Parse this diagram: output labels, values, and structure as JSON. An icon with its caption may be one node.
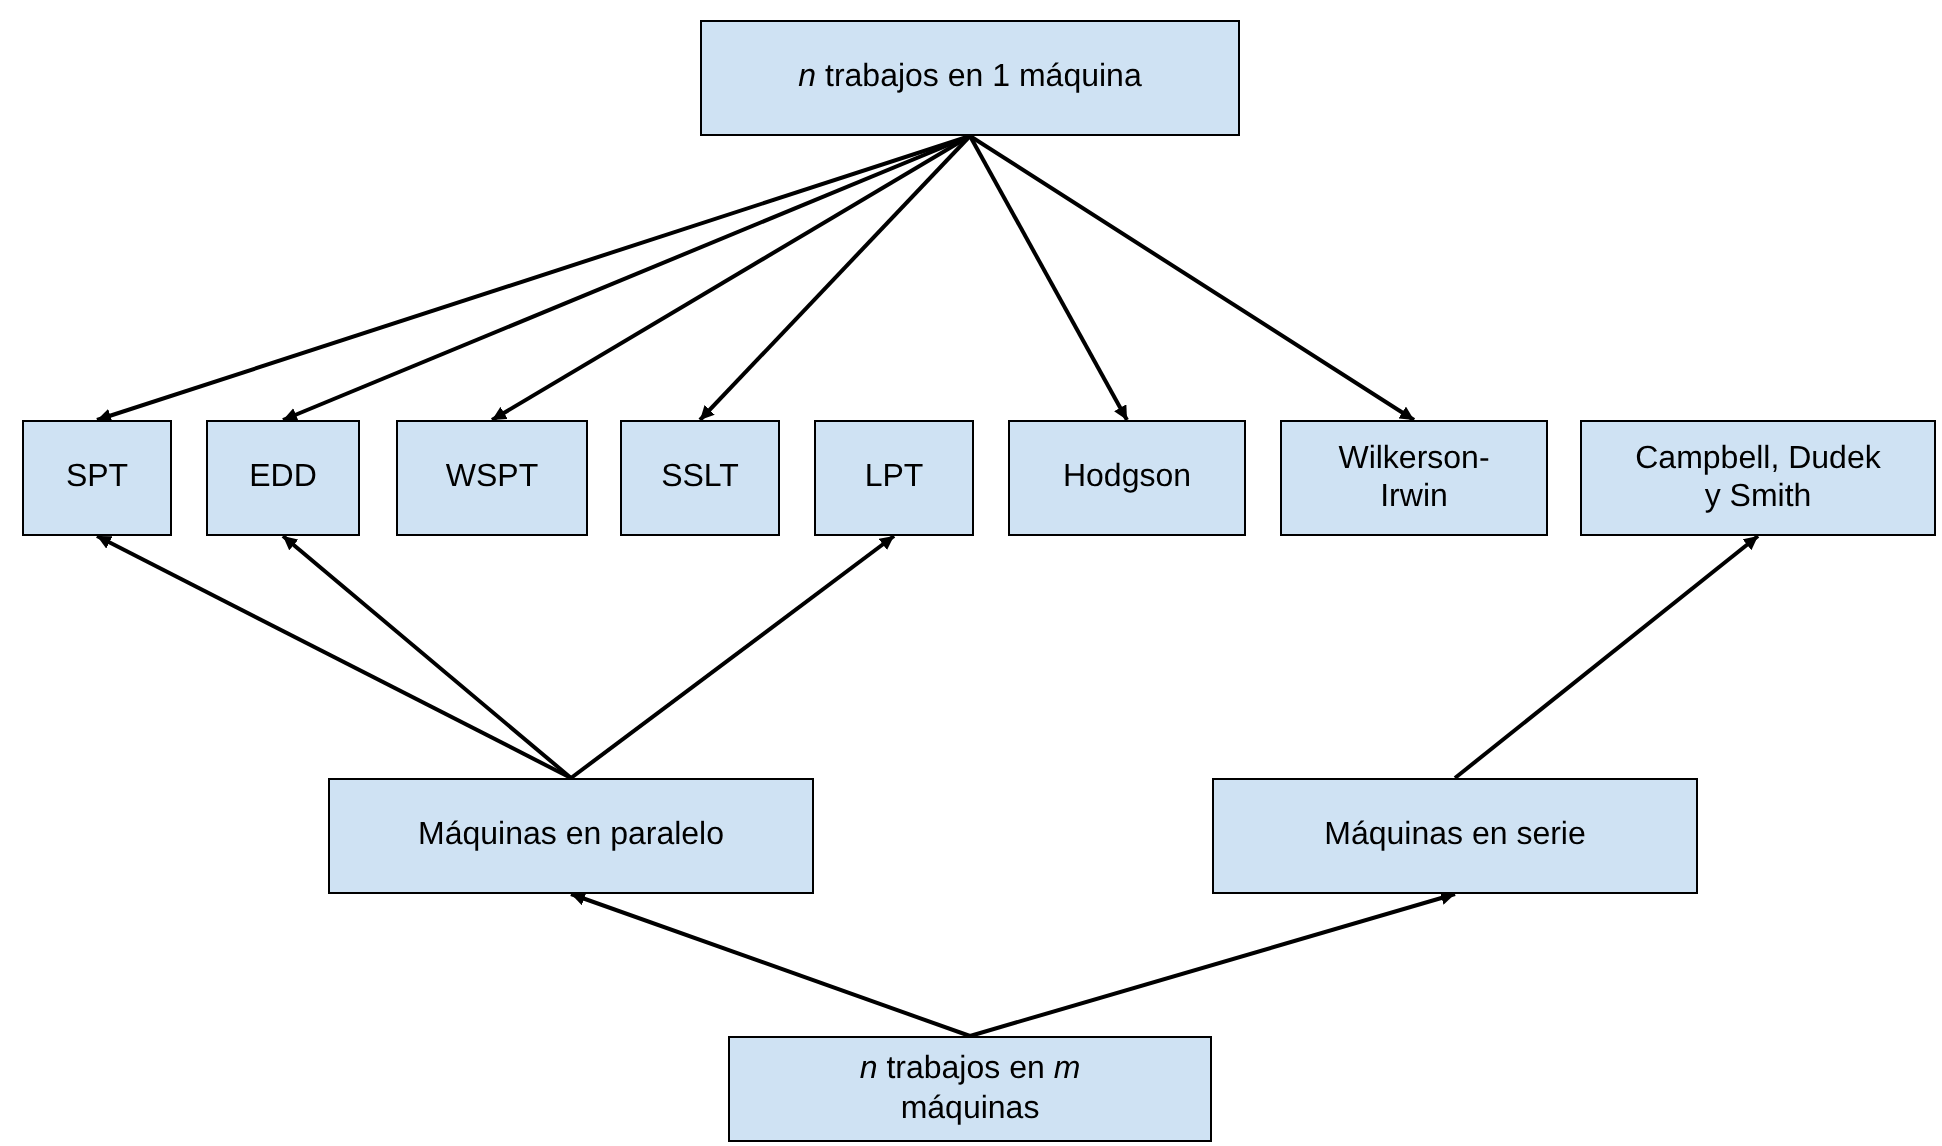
{
  "diagram": {
    "nodes": [
      {
        "text": [
          "*n* trabajos en 1 máquina"
        ]
      },
      {
        "text": [
          "SPT"
        ]
      },
      {
        "text": [
          "EDD"
        ]
      },
      {
        "text": [
          "WSPT"
        ]
      },
      {
        "text": [
          "SSLT"
        ]
      },
      {
        "text": [
          "LPT"
        ]
      },
      {
        "text": [
          "Hodgson"
        ]
      },
      {
        "text": [
          "Wilkerson-Irwin"
        ]
      },
      {
        "text": [
          "Campbell, Dudek y Smith"
        ]
      },
      {
        "text": [
          "Máquinas en paralelo"
        ]
      },
      {
        "text": [
          "Máquinas en serie"
        ]
      },
      {
        "text": [
          "*n* trabajos en *m* máquinas"
        ]
      }
    ],
    "edges": [
      {
        "from": 0,
        "to": 1,
        "arrow": "to"
      },
      {
        "from": 0,
        "to": 2,
        "arrow": "to"
      },
      {
        "from": 0,
        "to": 3,
        "arrow": "to"
      },
      {
        "from": 0,
        "to": 4,
        "arrow": "to"
      },
      {
        "from": 0,
        "to": 6,
        "arrow": "to"
      },
      {
        "from": 0,
        "to": 7,
        "arrow": "to"
      },
      {
        "from": 9,
        "to": 1,
        "arrow": "to"
      },
      {
        "from": 9,
        "to": 2,
        "arrow": "to"
      },
      {
        "from": 9,
        "to": 5,
        "arrow": "to"
      },
      {
        "from": 10,
        "to": 8,
        "arrow": "to"
      },
      {
        "from": 11,
        "to": 9,
        "arrow": "to"
      },
      {
        "from": 11,
        "to": 10,
        "arrow": "to"
      }
    ]
  }
}
